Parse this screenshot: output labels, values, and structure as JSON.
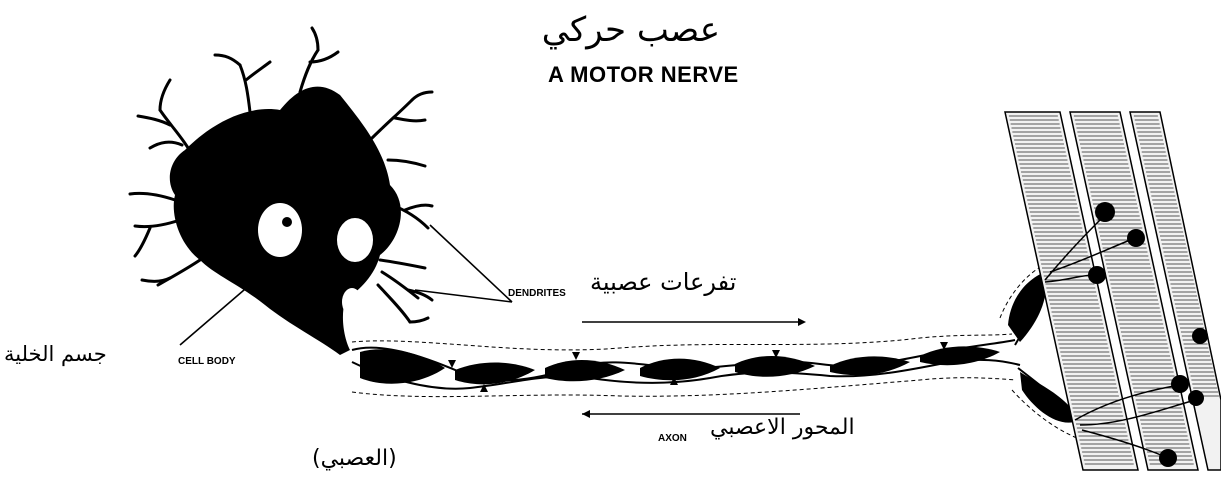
{
  "title": {
    "arabic": "عصب حركي",
    "english": "A MOTOR NERVE"
  },
  "labels": {
    "cell_body_ar": "جسم الخلية",
    "cell_body_en": "CELL BODY",
    "dendrites_ar": "تفرعات عصبية",
    "dendrites_en": "DENDRITES",
    "axon_ar": "المحور الاعصبي",
    "axon_ar_2": "(العصبي)",
    "axon_en": "AXON"
  },
  "colors": {
    "ink": "#000000",
    "background": "#ffffff",
    "muscle_hatch": "#555555"
  }
}
